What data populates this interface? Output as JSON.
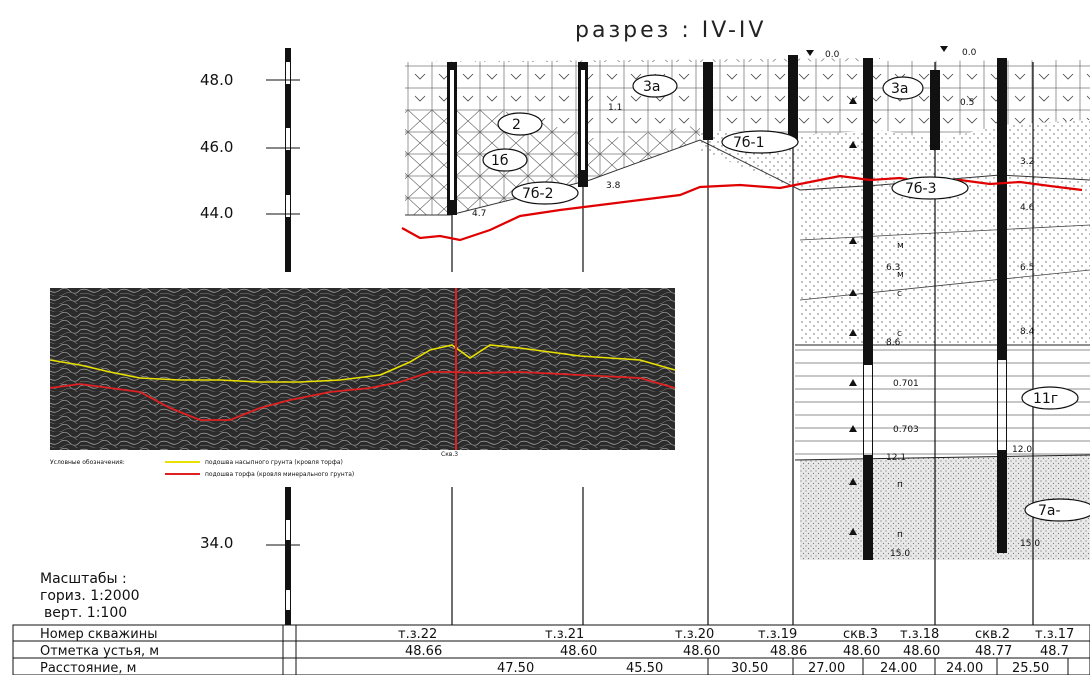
{
  "title": "разрез : IV-IV",
  "scale": {
    "ticks": [
      "48.0",
      "46.0",
      "44.0",
      "34.0"
    ],
    "line1": "Масштабы :",
    "line2": "гориз. 1:2000",
    "line3": "верт. 1:100"
  },
  "table": {
    "row_labels": [
      "Номер скважины",
      "Отметка устья, м",
      "Расстояние, м"
    ],
    "wells": [
      "т.з.22",
      "т.з.21",
      "т.з.20",
      "т.з.19",
      "скв.3",
      "т.з.18",
      "скв.2",
      "т.з.17"
    ],
    "elevations": [
      "48.66",
      "48.60",
      "48.60",
      "48.86",
      "48.60",
      "48.60",
      "48.77",
      "48.7"
    ],
    "distances": [
      "47.50",
      "45.50",
      "30.50",
      "27.00",
      "24.00",
      "24.00",
      "25.50"
    ]
  },
  "layers": {
    "layer_3a": "3а",
    "layer_2": "2",
    "layer_1b": "1б",
    "layer_7b2": "7б-2",
    "layer_7b1": "7б-1",
    "layer_7b3": "7б-3",
    "layer_11g": "11г",
    "layer_7a": "7а-"
  },
  "well_marks": {
    "zero1": "0.0",
    "zero2": "0.0",
    "depth_15": "15.0",
    "depth_12": "12.0",
    "depth_15b": "15.0",
    "d_47": "4.7",
    "d_38": "3.8",
    "d_63": "6.3",
    "d_86": "8.6",
    "d_65": "6.5",
    "d_84": "8.4",
    "d_121": "12.1",
    "d_46": "4.6",
    "d_32": "3.2",
    "m1": "м",
    "m2": "м",
    "c1": "с",
    "c2": "с",
    "p1": "п",
    "p2": "п",
    "v701": "0.701",
    "v703": "0.703",
    "lab_11": "1.1",
    "lab_05": "0.5"
  },
  "gpr": {
    "legend_title": "Условные обозначения:",
    "legend_yellow": "подошва насыпного грунта (кровля торфа)",
    "legend_red": "подошва торфа (кровля минерального грунта)",
    "marker_label": "Скв.3",
    "yellow_color": "#e8e000",
    "red_color": "#e02020"
  },
  "colors": {
    "red_line": "#e00000",
    "ink": "#111111"
  }
}
